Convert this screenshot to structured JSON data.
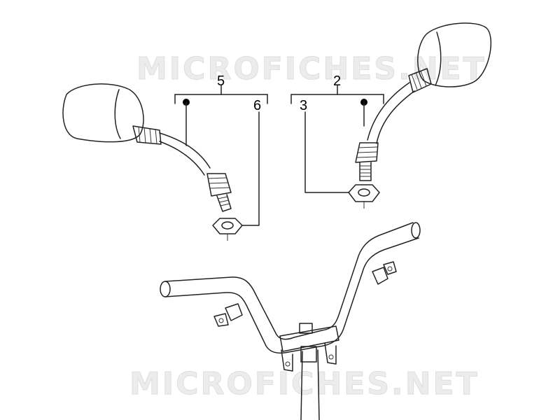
{
  "watermark": {
    "top": "MICROFICHES.NET",
    "bottom": "MICROFICHES.NET"
  },
  "callouts": {
    "group_left": "5",
    "left_mirror": "6",
    "group_right": "2",
    "right_nut": "3"
  },
  "colors": {
    "line": "#222222",
    "watermark": "#ececec",
    "background": "#ffffff"
  }
}
